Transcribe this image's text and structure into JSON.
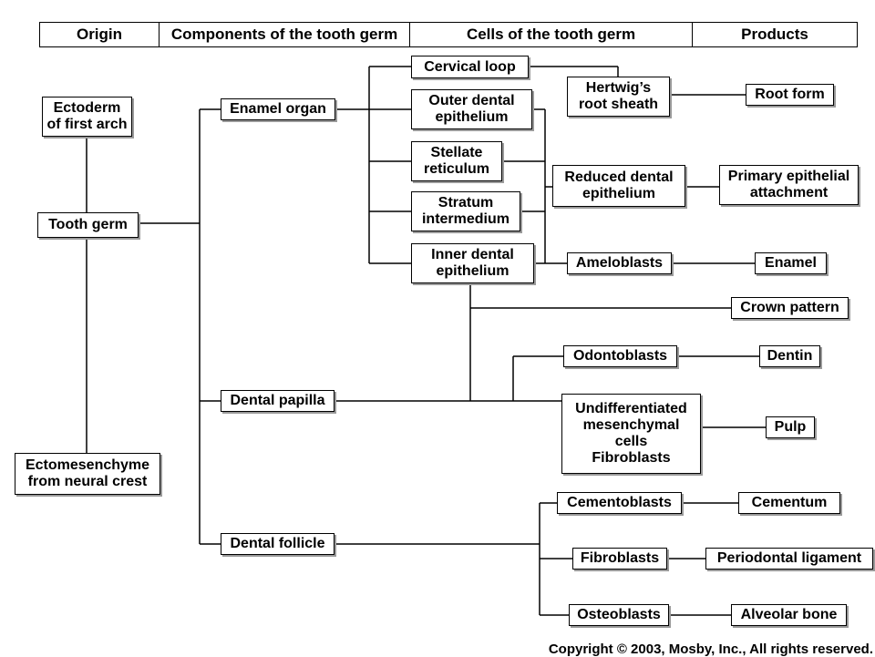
{
  "headers": {
    "origin": "Origin",
    "components": "Components of the tooth germ",
    "cells": "Cells of the tooth germ",
    "products": "Products"
  },
  "origin": {
    "ectoderm": "Ectoderm\nof first arch",
    "tooth_germ": "Tooth germ",
    "ectomesenchyme": "Ectomesenchyme\nfrom neural crest"
  },
  "components": {
    "enamel_organ": "Enamel organ",
    "dental_papilla": "Dental papilla",
    "dental_follicle": "Dental follicle"
  },
  "cells": {
    "cervical_loop": "Cervical loop",
    "outer_dental_epithelium": "Outer dental\nepithelium",
    "stellate_reticulum": "Stellate\nreticulum",
    "stratum_intermedium": "Stratum\nintermedium",
    "inner_dental_epithelium": "Inner dental\nepithelium",
    "hertwigs_root_sheath": "Hertwig’s\nroot sheath",
    "reduced_dental_epithelium": "Reduced dental\nepithelium",
    "ameloblasts": "Ameloblasts",
    "odontoblasts": "Odontoblasts",
    "undifferentiated_cells": "Undifferentiated\nmesenchymal\ncells\nFibroblasts",
    "cementoblasts": "Cementoblasts",
    "fibroblasts": "Fibroblasts",
    "osteoblasts": "Osteoblasts"
  },
  "products": {
    "root_form": "Root form",
    "primary_epithelial_attachment": "Primary epithelial\nattachment",
    "enamel": "Enamel",
    "crown_pattern": "Crown pattern",
    "dentin": "Dentin",
    "pulp": "Pulp",
    "cementum": "Cementum",
    "periodontal_ligament": "Periodontal ligament",
    "alveolar_bone": "Alveolar bone"
  },
  "copyright": "Copyright © 2003, Mosby, Inc., All rights reserved."
}
